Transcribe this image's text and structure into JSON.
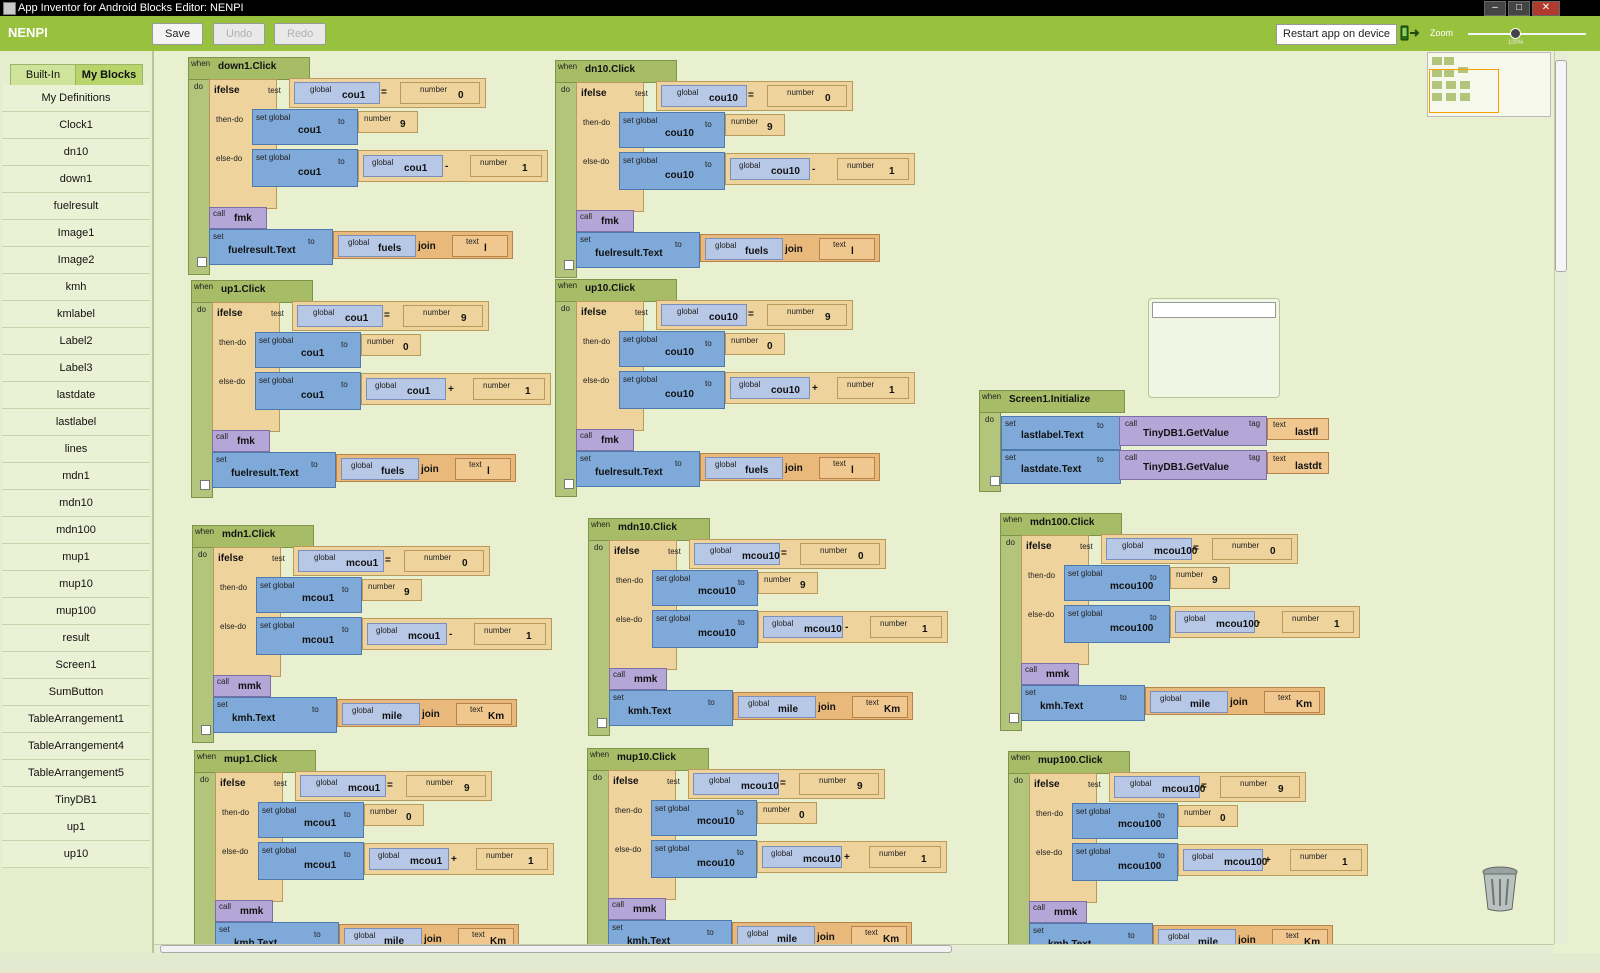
{
  "window": {
    "title": "App Inventor for Android Blocks Editor: NENPI",
    "buttons": [
      "–",
      "□",
      "✕"
    ]
  },
  "toolbar": {
    "app_name": "NENPI",
    "save_label": "Save",
    "undo_label": "Undo",
    "redo_label": "Redo",
    "restart_label": "Restart app on device",
    "zoom_label": "Zoom",
    "zoom_level": "100%"
  },
  "sidebar": {
    "tabs": [
      {
        "label": "Built-In"
      },
      {
        "label": "My Blocks"
      }
    ],
    "items": [
      "My Definitions",
      "Clock1",
      "dn10",
      "down1",
      "fuelresult",
      "Image1",
      "Image2",
      "kmh",
      "kmlabel",
      "Label2",
      "Label3",
      "lastdate",
      "lastlabel",
      "lines",
      "mdn1",
      "mdn10",
      "mdn100",
      "mup1",
      "mup10",
      "mup100",
      "result",
      "Screen1",
      "SumButton",
      "TableArrangement1",
      "TableArrangement4",
      "TableArrangement5",
      "TinyDB1",
      "up1",
      "up10"
    ]
  },
  "keywords": {
    "when": "when",
    "do": "do",
    "ifelse": "ifelse",
    "test": "test",
    "then": "then-do",
    "else": "else-do",
    "global": "global",
    "set_global": "set global",
    "to": "to",
    "number": "number",
    "call": "call",
    "set": "set",
    "join": "join",
    "text": "text",
    "eq": "=",
    "tag": "tag"
  },
  "blocks": [
    {
      "event": "down1.Click",
      "var": "cou1",
      "cmp": "0",
      "thenval": "9",
      "op": "-",
      "opn": "1",
      "proc": "fmk",
      "target": "fuelresult.Text",
      "joinvar": "fuels",
      "txt": "l"
    },
    {
      "event": "dn10.Click",
      "var": "cou10",
      "cmp": "0",
      "thenval": "9",
      "op": "-",
      "opn": "1",
      "proc": "fmk",
      "target": "fuelresult.Text",
      "joinvar": "fuels",
      "txt": "l"
    },
    {
      "event": "up1.Click",
      "var": "cou1",
      "cmp": "9",
      "thenval": "0",
      "op": "+",
      "opn": "1",
      "proc": "fmk",
      "target": "fuelresult.Text",
      "joinvar": "fuels",
      "txt": "l"
    },
    {
      "event": "up10.Click",
      "var": "cou10",
      "cmp": "9",
      "thenval": "0",
      "op": "+",
      "opn": "1",
      "proc": "fmk",
      "target": "fuelresult.Text",
      "joinvar": "fuels",
      "txt": "l"
    },
    {
      "event": "mdn1.Click",
      "var": "mcou1",
      "cmp": "0",
      "thenval": "9",
      "op": "-",
      "opn": "1",
      "proc": "mmk",
      "target": "kmh.Text",
      "joinvar": "mile",
      "txt": "Km"
    },
    {
      "event": "mdn10.Click",
      "var": "mcou10",
      "cmp": "0",
      "thenval": "9",
      "op": "-",
      "opn": "1",
      "proc": "mmk",
      "target": "kmh.Text",
      "joinvar": "mile",
      "txt": "Km"
    },
    {
      "event": "mdn100.Click",
      "var": "mcou100",
      "cmp": "0",
      "thenval": "9",
      "op": "-",
      "opn": "1",
      "proc": "mmk",
      "target": "kmh.Text",
      "joinvar": "mile",
      "txt": "Km"
    },
    {
      "event": "mup1.Click",
      "var": "mcou1",
      "cmp": "9",
      "thenval": "0",
      "op": "+",
      "opn": "1",
      "proc": "mmk",
      "target": "kmh.Text",
      "joinvar": "mile",
      "txt": "Km"
    },
    {
      "event": "mup10.Click",
      "var": "mcou10",
      "cmp": "9",
      "thenval": "0",
      "op": "+",
      "opn": "1",
      "proc": "mmk",
      "target": "kmh.Text",
      "joinvar": "mile",
      "txt": "Km"
    },
    {
      "event": "mup100.Click",
      "var": "mcou100",
      "cmp": "9",
      "thenval": "0",
      "op": "+",
      "opn": "1",
      "proc": "mmk",
      "target": "kmh.Text",
      "joinvar": "mile",
      "txt": "Km"
    }
  ],
  "screen_init": {
    "event": "Screen1.Initialize",
    "rows": [
      {
        "target": "lastlabel.Text",
        "method": "TinyDB1.GetValue",
        "tag": "lastfl"
      },
      {
        "target": "lastdate.Text",
        "method": "TinyDB1.GetValue",
        "tag": "lastdt"
      }
    ]
  },
  "colors": {
    "toolbar": "#98c13d",
    "canvas": "#e9f0d0",
    "event": "#b2c57a",
    "set": "#7fa9d8",
    "get": "#b7c7e6",
    "call": "#b4a6d6",
    "text": "#f0c78e",
    "control": "#eed39c"
  }
}
